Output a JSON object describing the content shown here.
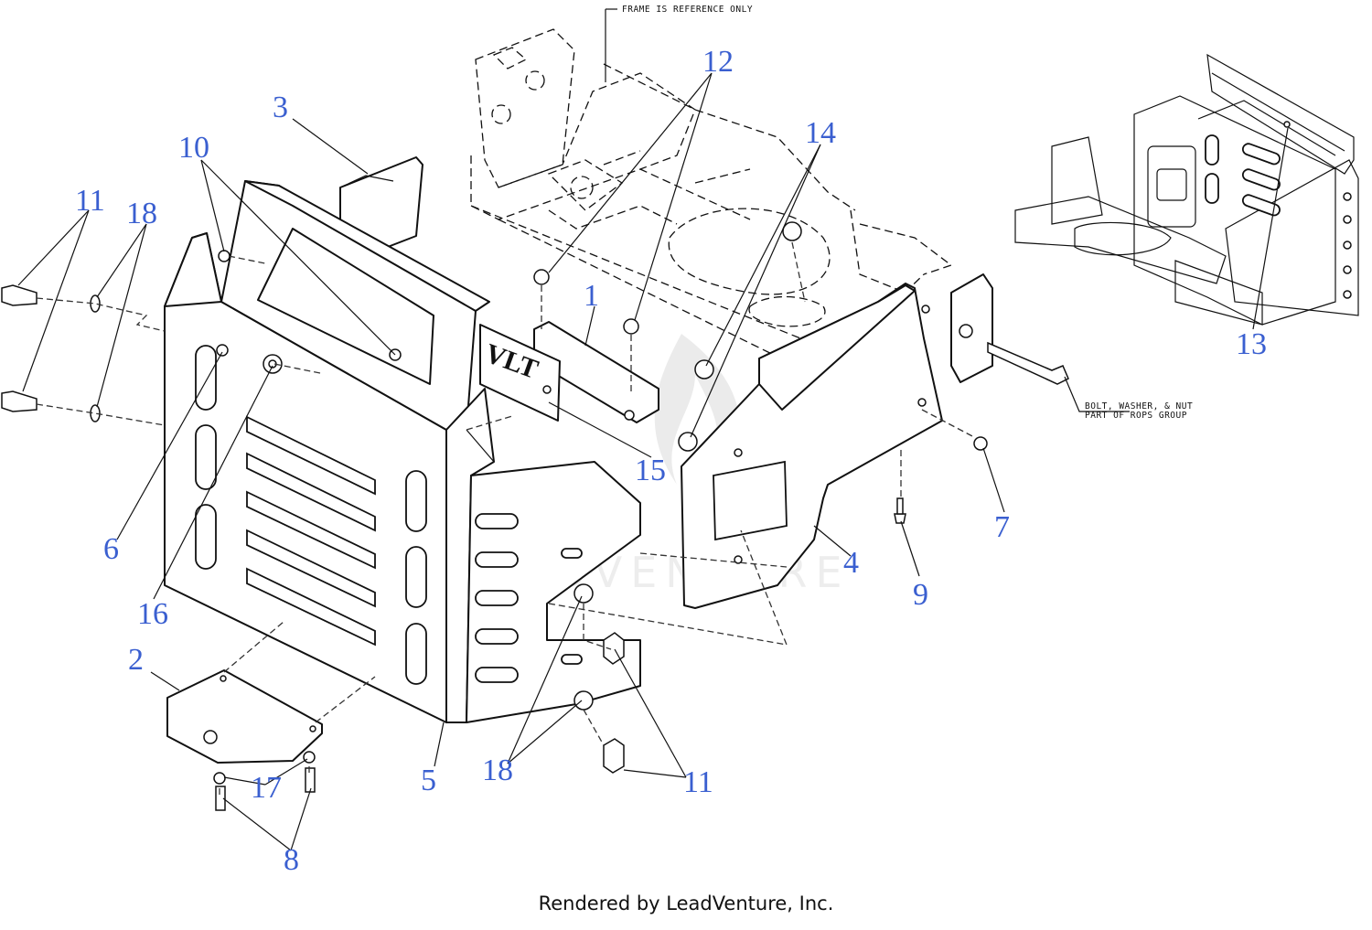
{
  "diagram": {
    "frame_note": "FRAME IS REFERENCE ONLY",
    "rops_note_line1": "BOLT, WASHER, & NUT",
    "rops_note_line2": "PART OF ROPS GROUP",
    "watermark": "LEADVENTURE",
    "callouts": {
      "c1": "1",
      "c2": "2",
      "c3": "3",
      "c4": "4",
      "c5": "5",
      "c6": "6",
      "c7": "7",
      "c8": "8",
      "c9": "9",
      "c10": "10",
      "c11a": "11",
      "c11b": "11",
      "c12": "12",
      "c13": "13",
      "c14": "14",
      "c15": "15",
      "c16": "16",
      "c17": "17",
      "c18a": "18",
      "c18b": "18"
    },
    "colors": {
      "callout": "#3a5fd0",
      "line": "#111111"
    }
  },
  "footer": {
    "text": "Rendered by LeadVenture, Inc."
  }
}
